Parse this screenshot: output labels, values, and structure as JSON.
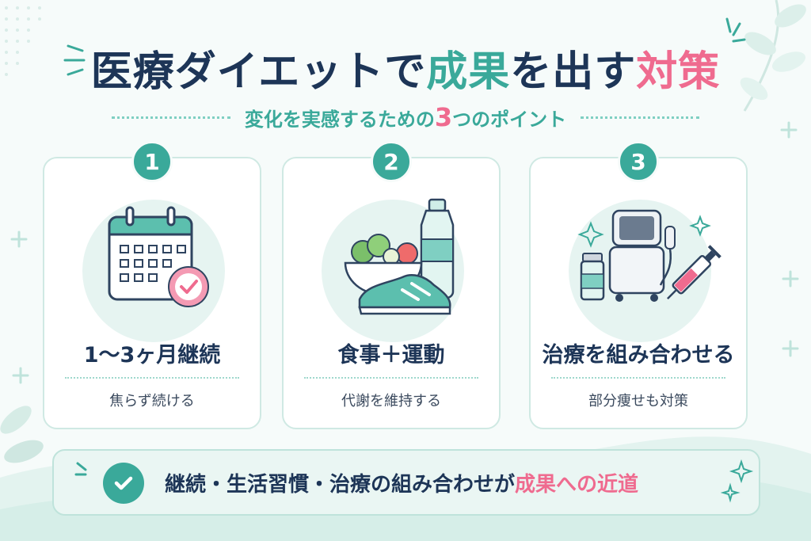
{
  "title": {
    "part1": "医療ダイエットで",
    "part2": "成果",
    "part3": "を出す",
    "part4": "対策"
  },
  "subtitle": {
    "part1": "変化を実感するための",
    "number": "3",
    "part2": "つのポイント"
  },
  "cards": [
    {
      "number": "1",
      "title": "1〜3ヶ月継続",
      "subtitle": "焦らず続ける",
      "icon": "calendar-check-icon"
    },
    {
      "number": "2",
      "title": "食事＋運動",
      "subtitle": "代謝を維持する",
      "icon": "food-sneaker-bottle-icon"
    },
    {
      "number": "3",
      "title": "治療を組み合わせる",
      "subtitle": "部分痩せも対策",
      "icon": "medical-device-syringe-icon"
    }
  ],
  "banner": {
    "part1": "継続・生活習慣・治療の組み合わせが",
    "highlight": "成果への近道",
    "icon": "check-circle-icon"
  },
  "colors": {
    "teal": "#3aa99a",
    "navy": "#1d3557",
    "pink": "#ef6b8f",
    "mint": "#e6f4f1"
  }
}
